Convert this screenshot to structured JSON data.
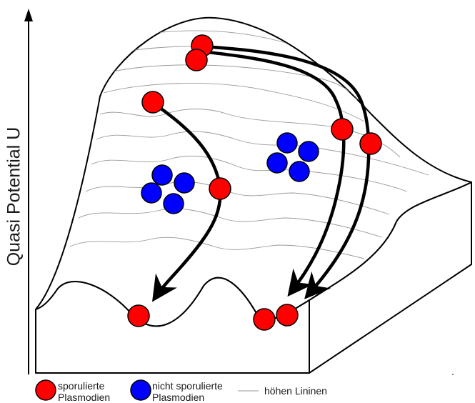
{
  "axis": {
    "y_label": "Quasi Potential U"
  },
  "legend": {
    "sporulated": {
      "line1": "sporulierte",
      "line2": "Plasmodien",
      "color": "#ff0000"
    },
    "non_sporulated": {
      "line1": "nicht sporulierte",
      "line2": "Plasmodien",
      "color": "#0000ff"
    },
    "contour": {
      "label": "höhen Lininen"
    }
  },
  "colors": {
    "red": "#ff0000",
    "blue": "#0000ff",
    "outline": "#000000",
    "contour": "#9a9a9a"
  }
}
